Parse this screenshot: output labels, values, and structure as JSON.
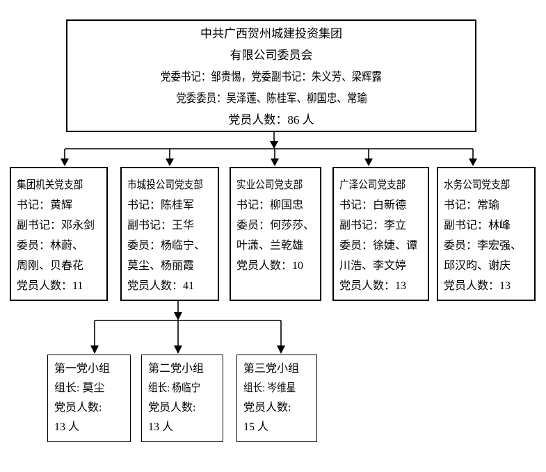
{
  "colors": {
    "background": "#ffffff",
    "line": "#000000",
    "text": "#000000"
  },
  "diagram": {
    "root": {
      "lines": [
        "中共广西贺州城建投资集团",
        "有限公司委员会",
        "党委书记：邹贵惕，党委副书记：朱义芳、梁辉露",
        "党委委员：吴泽莲、陈桂军、柳国忠、常瑜",
        "党员人数：86 人"
      ]
    },
    "branches": [
      {
        "title": "集团机关党支部",
        "lines": [
          "书记：黄辉",
          "副书记：邓永剑",
          "委员：林蔚、",
          "周刚、贝春花",
          "党员人数：11"
        ]
      },
      {
        "title": "市城投公司党支部",
        "lines": [
          "书记：陈桂军",
          "副书记：王华",
          "委员：杨临宁、",
          "莫尘、杨丽霞",
          "党员人数：41"
        ]
      },
      {
        "title": "实业公司党支部",
        "lines": [
          "书记：柳国忠",
          "委员：何莎莎、",
          "叶潇、兰乾雄",
          "党员人数：10"
        ]
      },
      {
        "title": "广泽公司党支部",
        "lines": [
          "书记：白新德",
          "副书记：李立",
          "委员：徐婕、谭",
          "川浩、李文婷",
          "党员人数：13"
        ]
      },
      {
        "title": "水务公司党支部",
        "lines": [
          "书记：常瑜",
          "副书记：林峰",
          "委员：李宏强、",
          "邱汉昀、谢庆",
          "党员人数：13"
        ]
      }
    ],
    "groups": [
      {
        "lines": [
          "第一党小组",
          "组长: 莫尘",
          "党员人数:",
          "13 人"
        ]
      },
      {
        "lines": [
          "第二党小组",
          "组长: 杨临宁",
          "党员人数:",
          "13 人"
        ]
      },
      {
        "lines": [
          "第三党小组",
          "组长: 岑维星",
          "党员人数:",
          "15 人"
        ]
      }
    ]
  }
}
